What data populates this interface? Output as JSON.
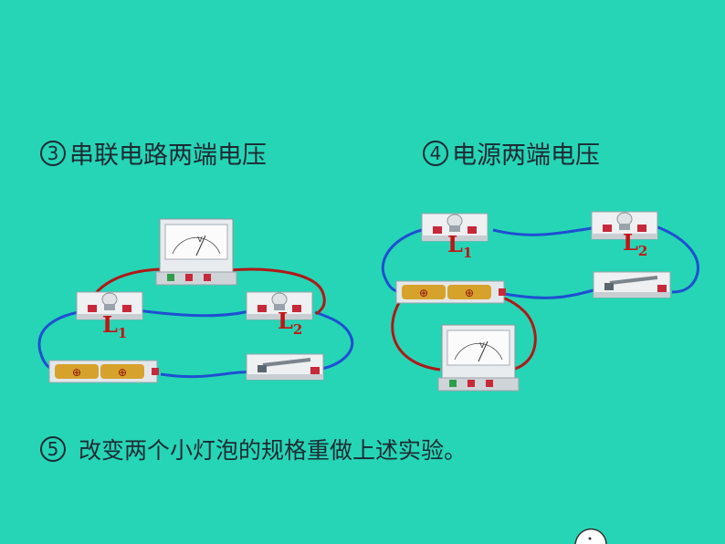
{
  "step3": {
    "number": "3",
    "text": "串联电路两端电压"
  },
  "step4": {
    "number": "4",
    "text": "电源两端电压"
  },
  "step5": {
    "number": "5",
    "text": "改变两个小灯泡的规格重做上述实验。"
  },
  "left_circuit": {
    "lamp1": {
      "letter": "L",
      "sub": "1"
    },
    "lamp2": {
      "letter": "L",
      "sub": "2"
    },
    "meter_unit": "V"
  },
  "right_circuit": {
    "lamp1": {
      "letter": "L",
      "sub": "1"
    },
    "lamp2": {
      "letter": "L",
      "sub": "2"
    },
    "meter_unit": "V"
  },
  "battery_symbol": "⊕",
  "colors": {
    "background": "#26d5b6",
    "wire_blue": "#1e4fd1",
    "wire_red": "#b01818",
    "label_red": "#c41414"
  }
}
